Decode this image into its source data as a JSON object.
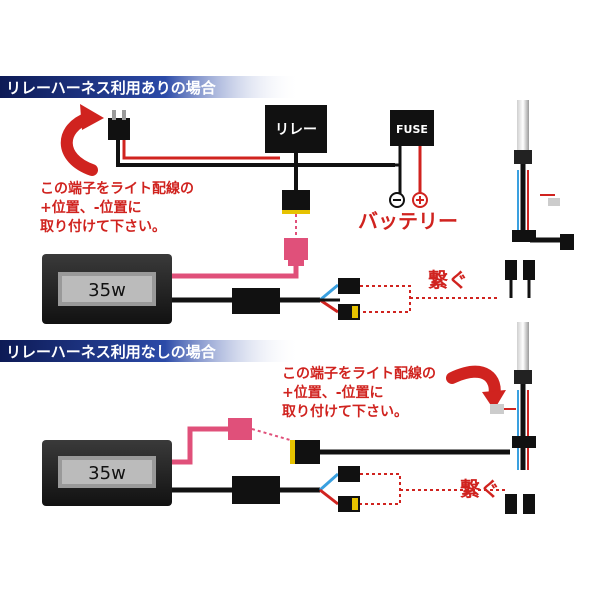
{
  "sections": {
    "relay_header": "リレーハーネス利用ありの場合",
    "no_relay_header": "リレーハーネス利用なしの場合"
  },
  "relay": {
    "relay_box": "リレー",
    "fuse_box": "FUSE",
    "battery_label": "バッテリー",
    "terminal_note_1": "この端子をライト配線の",
    "terminal_note_2": "+位置、-位置に",
    "terminal_note_3": "取り付けて下さい。",
    "ballast_label": "35w",
    "connect_label": "繋ぐ"
  },
  "no_relay": {
    "terminal_note_1": "この端子をライト配線の",
    "terminal_note_2": "+位置、-位置に",
    "terminal_note_3": "取り付けて下さい。",
    "ballast_label": "35w",
    "connect_label": "繋ぐ"
  },
  "colors": {
    "header_bg": "#1b2a6b",
    "wire_red": "#d0231f",
    "wire_pink": "#e0507a",
    "wire_blue": "#3aa0e0",
    "wire_black": "#111111",
    "text_red": "#d0231f"
  }
}
